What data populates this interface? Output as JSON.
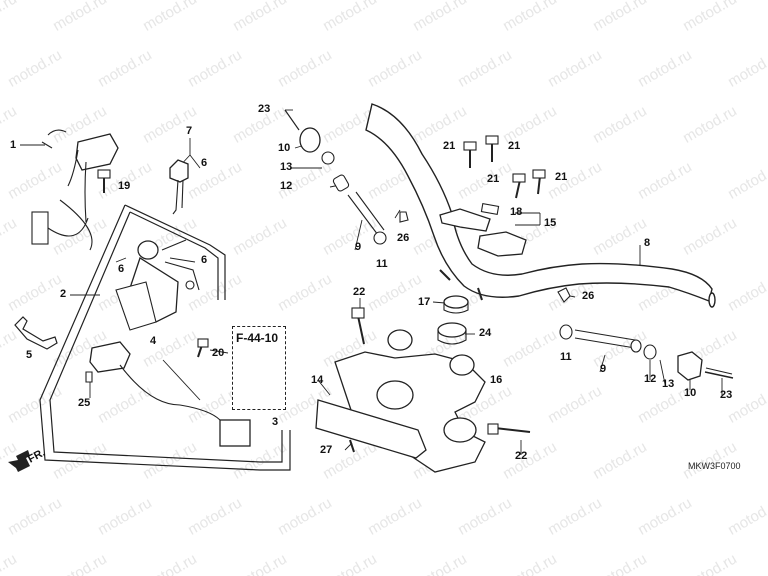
{
  "watermark": "motod.ru",
  "reference": {
    "code": "F-44-10"
  },
  "diagram_code": "MKW3F0700",
  "direction": {
    "label": "FR."
  },
  "callouts": [
    "1",
    "2",
    "3",
    "4",
    "5",
    "6",
    "6",
    "6",
    "7",
    "8",
    "9",
    "9",
    "10",
    "10",
    "11",
    "11",
    "12",
    "12",
    "13",
    "13",
    "14",
    "15",
    "16",
    "17",
    "18",
    "19",
    "20",
    "21",
    "21",
    "21",
    "21",
    "22",
    "22",
    "23",
    "23",
    "24",
    "25",
    "26",
    "26",
    "27"
  ]
}
